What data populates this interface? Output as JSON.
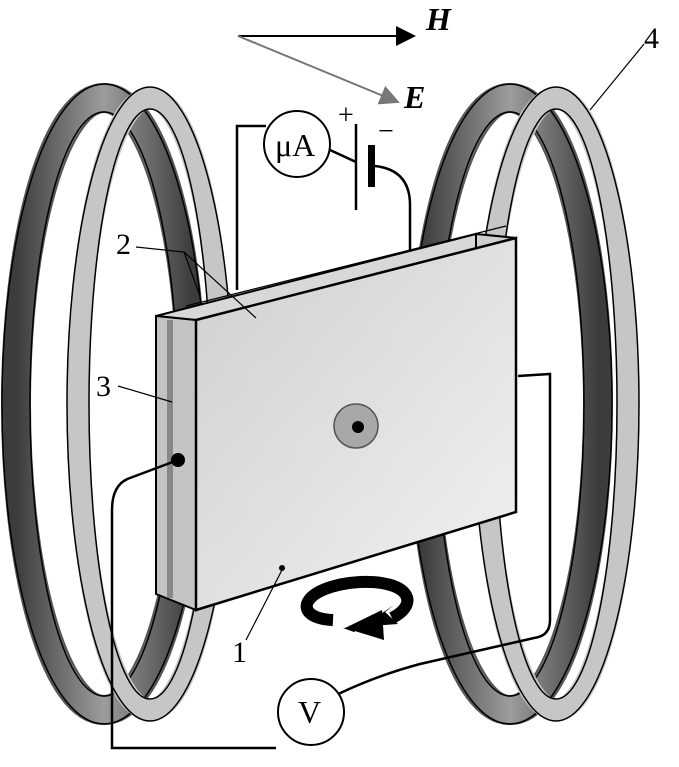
{
  "labels": {
    "field_h": "H",
    "field_e": "E",
    "label_1": "1",
    "label_2": "2",
    "label_3": "3",
    "label_4": "4",
    "microammeter": "μA",
    "voltmeter": "V",
    "plus": "+",
    "minus": "−"
  },
  "colors": {
    "ring_outer": "#c8c8c8",
    "ring_dark": "#5a5a5a",
    "plate_face": "#e4e4e4",
    "plate_side": "#bdbdbd",
    "arrow_e": "#777777",
    "electrode": "#a8a8a8"
  }
}
